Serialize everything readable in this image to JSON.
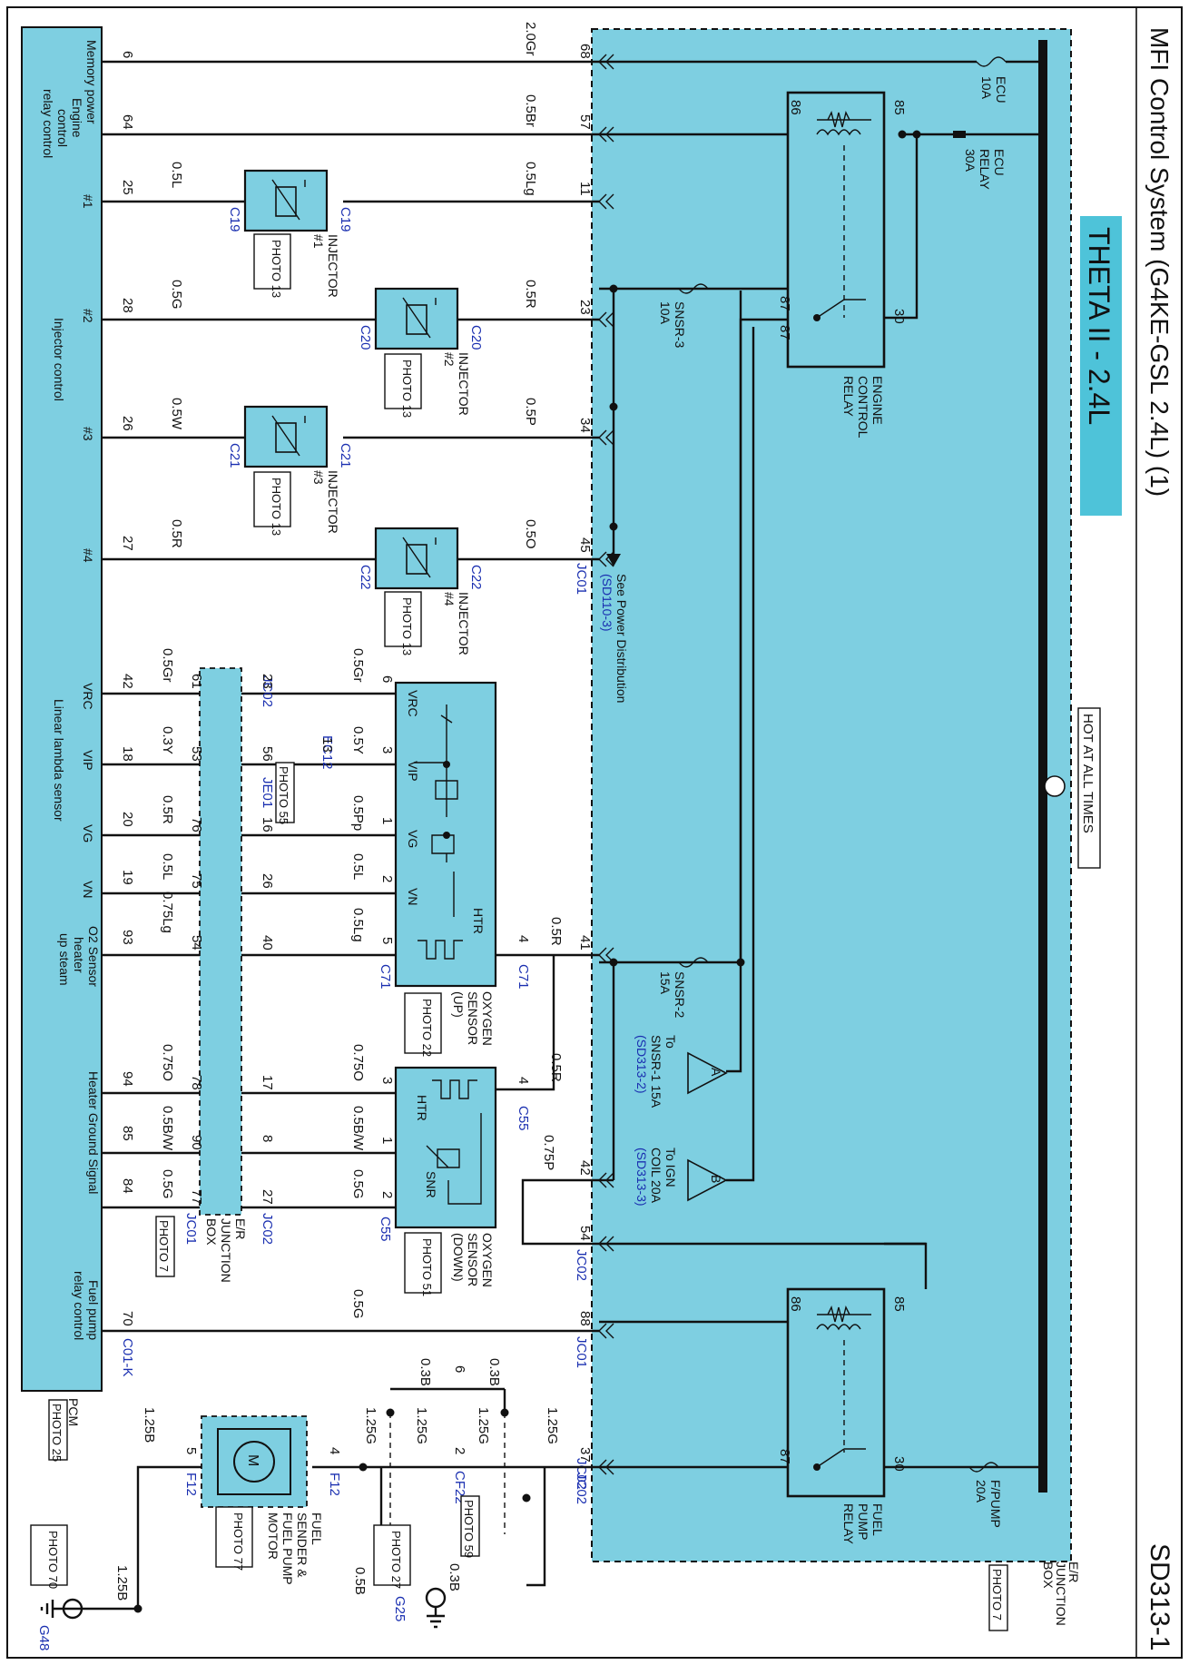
{
  "header": {
    "title": "MFI Control System (G4KE-GSL 2.4L) (1)",
    "page_code": "SD313-1",
    "engine_badge": "THETA II - 2.4L",
    "hot_label": "HOT AT ALL TIMES"
  },
  "er_box": {
    "label_lines": [
      "E/R",
      "JUNCTION",
      "BOX"
    ],
    "photo": "PHOTO 7",
    "fuses": {
      "ecu": [
        "ECU",
        "10A"
      ],
      "ecu_relay": [
        "ECU",
        "RELAY",
        "30A"
      ],
      "snsr3": [
        "SNSR-3",
        "10A"
      ],
      "snsr2": [
        "SNSR-2",
        "15A"
      ],
      "fpump": [
        "F/PUMP",
        "20A"
      ]
    },
    "engine_relay": [
      "ENGINE",
      "CONTROL",
      "RELAY"
    ],
    "fuel_relay": [
      "FUEL",
      "PUMP",
      "RELAY"
    ],
    "relay_pins": {
      "p86": "86",
      "p85": "85",
      "p87a": "87",
      "p87b": "87",
      "p30": "30"
    },
    "see_power": [
      "See Power Distribution",
      "(SD110-3)"
    ],
    "to_a": [
      "To",
      "SNSR-1 15A",
      "(SD313-2)"
    ],
    "to_b": [
      "To IGN",
      "COIL 20A",
      "(SD313-3)"
    ],
    "conn_a": "A",
    "conn_b": "B"
  },
  "pcm": {
    "label": "PCM",
    "photo": "PHOTO 25",
    "groups": {
      "mem": "Memory power",
      "engine_ctrl": [
        "Engine",
        "control",
        "relay control"
      ],
      "injector": "Injector control",
      "lambda": "Linear lambda sensor",
      "o2": [
        "O2 Sensor",
        "heater",
        "up steam"
      ],
      "heater_gnd": "Heater Ground Signal",
      "fuel_pump": [
        "Fuel pump",
        "relay control"
      ]
    },
    "lambda_pins": [
      "VRC",
      "VIP",
      "VG",
      "VN"
    ],
    "inj_pins": [
      "#1",
      "#2",
      "#3",
      "#4"
    ],
    "pin_numbers": [
      "6",
      "64",
      "25",
      "28",
      "26",
      "27",
      "42",
      "18",
      "20",
      "19",
      "93",
      "94",
      "85",
      "84",
      "70"
    ],
    "connector": "C01-K"
  },
  "wires": {
    "pcm_side": [
      "2.0Gr",
      "0.5Br",
      "0.5L",
      "0.5G",
      "0.5W",
      "0.5R",
      "0.5Gr",
      "0.3Y",
      "0.5R",
      "0.5L",
      "0.75Lg",
      "0.75O",
      "0.5B/W",
      "0.5G",
      "0.5G"
    ],
    "er_side": [
      "0.5Lg",
      "0.5R",
      "0.5P",
      "0.5O",
      "0.5Gr",
      "0.5Y",
      "0.5Pp",
      "0.5L",
      "0.5Lg",
      "0.75O",
      "0.5B/W",
      "0.5G",
      "0.5R",
      "0.5R",
      "0.75P"
    ],
    "er_pins": [
      "68",
      "57",
      "11",
      "23",
      "34",
      "45",
      "41",
      "42",
      "54",
      "88",
      "37"
    ],
    "er_connectors": [
      "JC01",
      "JC02",
      "JC01",
      "JC02"
    ]
  },
  "injectors": [
    {
      "name": "INJECTOR",
      "num": "#1",
      "photo": "PHOTO 13",
      "conn": "C19"
    },
    {
      "name": "INJECTOR",
      "num": "#2",
      "photo": "PHOTO 13",
      "conn": "C20"
    },
    {
      "name": "INJECTOR",
      "num": "#3",
      "photo": "PHOTO 13",
      "conn": "C21"
    },
    {
      "name": "INJECTOR",
      "num": "#4",
      "photo": "PHOTO 13",
      "conn": "C22"
    }
  ],
  "junction_mid": {
    "label": [
      "E/R",
      "JUNCTION",
      "BOX"
    ],
    "photo": "PHOTO 7",
    "conns": [
      "JC02",
      "JE01",
      "EC12",
      "JC01",
      "JC02"
    ],
    "photo55": "PHOTO 55",
    "pins_left": [
      "61",
      "53",
      "76",
      "75",
      "54",
      "78",
      "90",
      "77"
    ],
    "pins_right": [
      "23",
      "56",
      "16",
      "26",
      "40",
      "17",
      "8",
      "27",
      "13"
    ]
  },
  "sensor_up": {
    "name": [
      "OXYGEN",
      "SENSOR",
      "(UP)"
    ],
    "photo": "PHOTO 22",
    "conn": "C71",
    "labels": [
      "VRC",
      "VIP",
      "VG",
      "VN",
      "HTR"
    ],
    "pins": [
      "6",
      "3",
      "1",
      "2",
      "5",
      "4"
    ]
  },
  "sensor_down": {
    "name": [
      "OXYGEN",
      "SENSOR",
      "(DOWN)"
    ],
    "photo": "PHOTO 51",
    "conn": "C55",
    "labels": [
      "HTR",
      "SNR"
    ],
    "pins": [
      "3",
      "1",
      "2",
      "4"
    ]
  },
  "fuel_pump": {
    "name": [
      "FUEL",
      "SENDER &",
      "FUEL PUMP",
      "MOTOR"
    ],
    "photo": "PHOTO 77",
    "motor": "M",
    "conn": "F12",
    "pins": [
      "4",
      "5"
    ],
    "wires": [
      "1.25B",
      "1.25G",
      "1.25G",
      "1.25G",
      "1.25G",
      "0.3B",
      "0.3B",
      "0.3B",
      "0.5B",
      "1.25B"
    ],
    "cf22": "CF22",
    "cf22_pins": [
      "2",
      "6"
    ],
    "photo59": "PHOTO 59",
    "photo27": "PHOTO 27",
    "photo70": "PHOTO 70",
    "g25": "G25",
    "g48": "G48",
    "jc02": "JC02"
  }
}
